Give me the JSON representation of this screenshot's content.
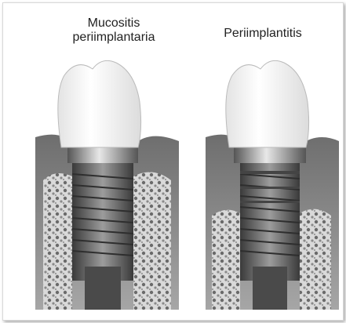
{
  "labels": {
    "left_line1": "Mucositis",
    "left_line2": "periimplantaria",
    "right": "Periimplantitis"
  },
  "panels": [
    {
      "name": "mucositis",
      "bone_level": "normal",
      "gum_inflammation": true
    },
    {
      "name": "periimplantitis",
      "bone_level": "reduced",
      "gum_inflammation": true
    }
  ],
  "colors": {
    "crown": "#f6f6f6",
    "abutment": "#b8b8b8",
    "implant": "#6f6f6f",
    "bone": "#cfcfcf",
    "gum": "#9a9a9a",
    "background": "#ffffff"
  }
}
